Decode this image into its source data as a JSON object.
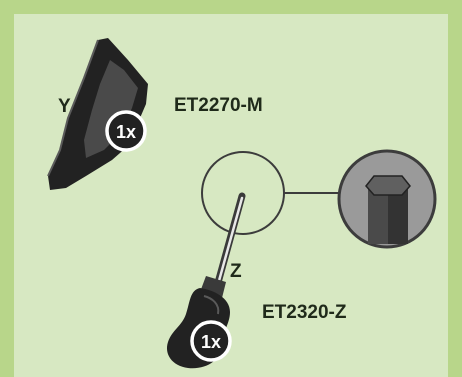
{
  "parts": {
    "bracket": {
      "letter": "Y",
      "part_number": "ET2270-M",
      "quantity": "1x"
    },
    "screwdriver": {
      "letter": "Z",
      "part_number": "ET2320-Z",
      "quantity": "1x"
    }
  },
  "colors": {
    "frame": "#b8d68a",
    "panel": "#d7e8c2",
    "part_dark": "#222222",
    "part_mid": "#4a4a4a",
    "callout_line": "#3c3c3c",
    "detail_disc": "#9a9a9a",
    "badge_ring": "#ffffff",
    "text": "#1f2a1a"
  }
}
